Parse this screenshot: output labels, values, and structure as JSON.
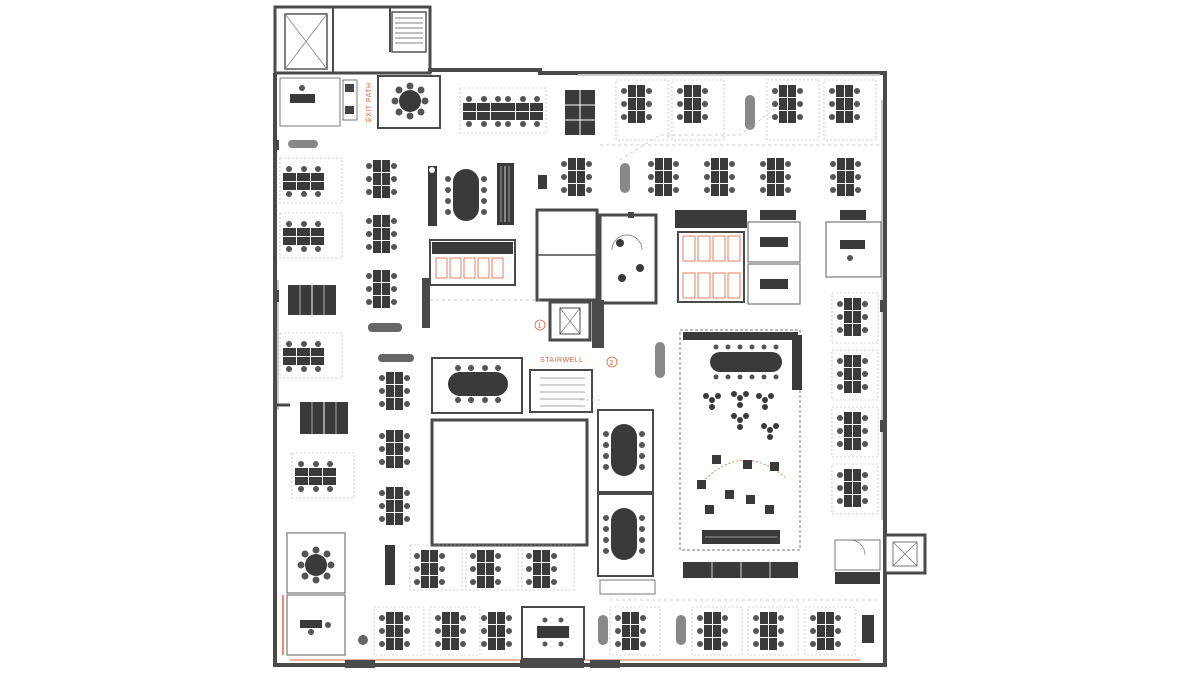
{
  "plan": {
    "labels": {
      "exit_stair_nw": "EXIT PATH",
      "exit_core": "STAIRWELL",
      "core_ring_1": "1",
      "core_ring_2": "2"
    },
    "colors": {
      "wall": "#4a4a4a",
      "desk": "#3a3a3a",
      "furniture_light": "#9a9a9a",
      "accent": "#d9653a",
      "window": "#c9c9c9",
      "room_outline": "#777777"
    }
  }
}
